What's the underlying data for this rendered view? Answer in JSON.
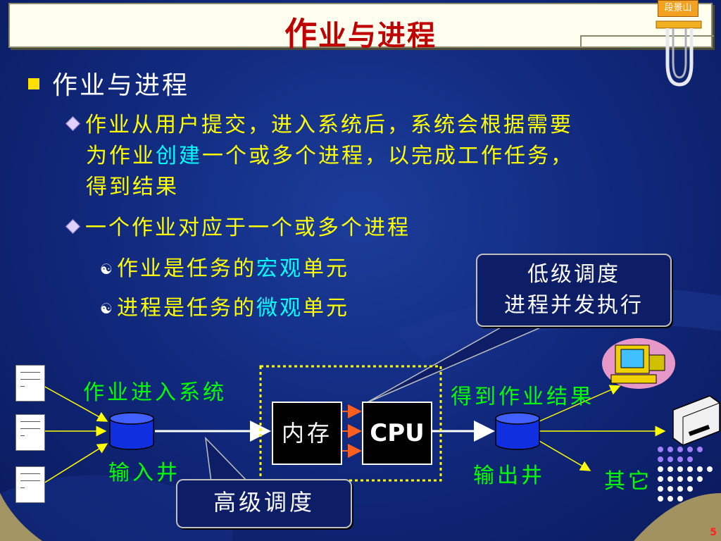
{
  "slide": {
    "title_first": "作",
    "title_rest": "业与进程",
    "author_tag": "段景山",
    "page_number": "5"
  },
  "content": {
    "heading": "作业与进程",
    "b1_line1": "作业从用户提交，进入系统后，系统会根据需要",
    "b1_line2_a": "为作业",
    "b1_line2_b": "创建",
    "b1_line2_c": "一个或多个进程，以完成工作任务，",
    "b1_line3": "得到结果",
    "b2": "一个作业对应于一个或多个进程",
    "s1_a": "作业是任务的",
    "s1_b": "宏观",
    "s1_c": "单元",
    "s2_a": "进程是任务的",
    "s2_b": "微观",
    "s2_c": "单元"
  },
  "diagram": {
    "low_sched_line1": "低级调度",
    "low_sched_line2": "进程并发执行",
    "job_enter": "作业进入系统",
    "get_result": "得到作业结果",
    "memory": "内存",
    "cpu": "CPU",
    "input_well": "输入井",
    "output_well": "输出井",
    "high_sched": "高级调度",
    "other": "其它"
  },
  "colors": {
    "title": "#c00000",
    "highlight_yellow": "#ffff00",
    "highlight_cyan": "#00ffff",
    "diagram_green": "#00ff00",
    "cylinder": "#1030e0"
  },
  "icons": [
    "paper-clip-icon",
    "document-icon",
    "cylinder-icon",
    "computer-icon",
    "printer-icon"
  ]
}
